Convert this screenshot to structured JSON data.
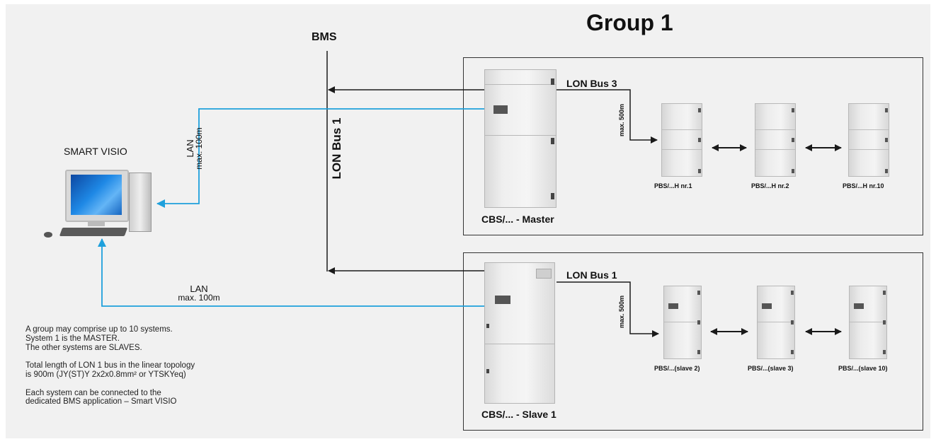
{
  "title": "Group 1",
  "bms_label": "BMS",
  "smart_visio_label": "SMART VISIO",
  "lon_bus_vertical": "LON Bus 1",
  "lan_top": {
    "label": "LAN",
    "sub": "max. 100m"
  },
  "lan_bottom": {
    "label": "LAN",
    "sub": "max. 100m"
  },
  "master": {
    "cabinet_label": "CBS/... -  Master",
    "bus_label": "LON Bus 3",
    "distance": "max. 500m",
    "pbs_labels": [
      "PBS/...H nr.1",
      "PBS/...H nr.2",
      "PBS/...H nr.10"
    ]
  },
  "slave": {
    "cabinet_label": "CBS/... -  Slave 1",
    "bus_label": "LON Bus 1",
    "distance": "max. 500m",
    "pbs_labels": [
      "PBS/...(slave 2)",
      "PBS/...(slave 3)",
      "PBS/...(slave 10)"
    ]
  },
  "notes": [
    "A group may comprise up to 10 systems.",
    "System 1 is the MASTER.",
    "The other systems are SLAVES.",
    "",
    "Total length of LON 1 bus in the linear topology",
    "is 900m (JY(ST)Y 2x2x0.8mm² or YTSKYeq)",
    "",
    "Each system can be connected to the",
    "dedicated BMS application – Smart VISIO"
  ],
  "colors": {
    "lan": "#1ea0dc",
    "bus": "#1a1a1a",
    "background": "#f1f1f1"
  }
}
